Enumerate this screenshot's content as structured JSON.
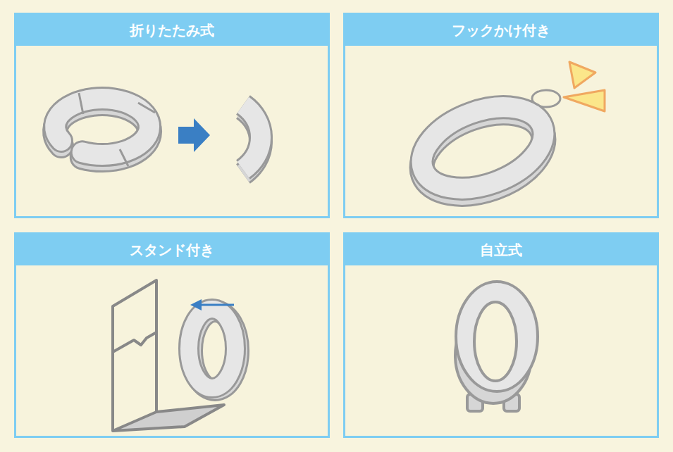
{
  "diagram": {
    "nodes": [
      {
        "text": [
          "折りたたみ式"
        ]
      },
      {
        "text": [
          "フックかけ付き"
        ]
      },
      {
        "text": [
          "スタンド付き"
        ]
      },
      {
        "text": [
          "自立式"
        ]
      }
    ]
  }
}
